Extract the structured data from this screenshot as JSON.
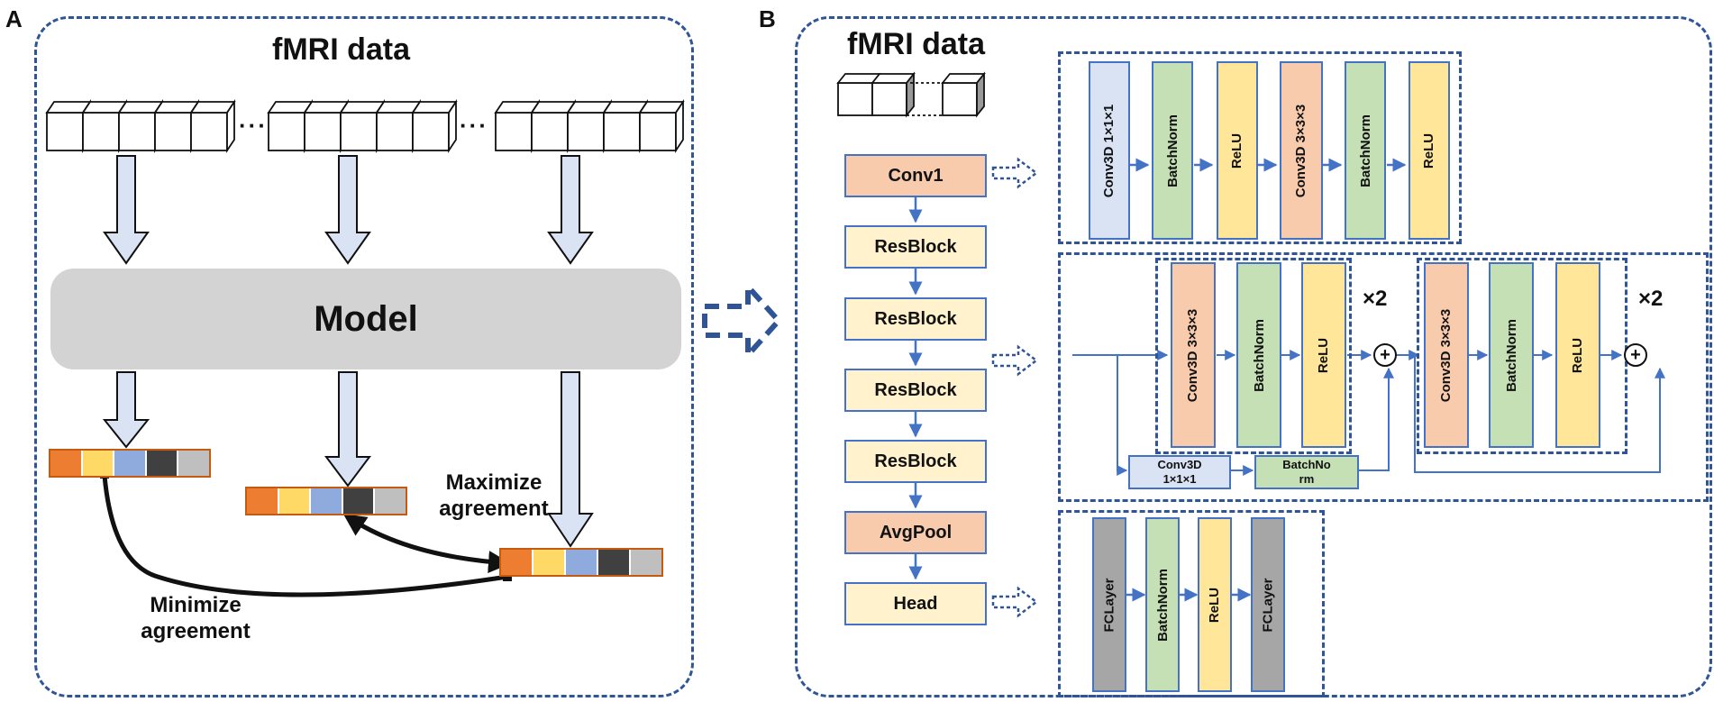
{
  "panels": {
    "a": {
      "letter": "A",
      "title": "fMRI data",
      "ellipsis": "···",
      "model_label": "Model",
      "maximize_label": "Maximize\nagreement",
      "minimize_label": "Minimize\nagreement"
    },
    "b": {
      "letter": "B",
      "title": "fMRI data",
      "stages": [
        "Conv1",
        "ResBlock",
        "ResBlock",
        "ResBlock",
        "ResBlock",
        "AvgPool",
        "Head"
      ],
      "conv1_layers": [
        "Conv3D 1×1×1",
        "BatchNorm",
        "ReLU",
        "Conv3D 3×3×3",
        "BatchNorm",
        "ReLU"
      ],
      "resblock_layers": [
        "Conv3D 3×3×3",
        "BatchNorm",
        "ReLU"
      ],
      "repeat_label": "×2",
      "shortcut_conv": "Conv3D\n1×1×1",
      "shortcut_bn": "BatchNo\nrm",
      "head_layers": [
        "FCLayer",
        "BatchNorm",
        "ReLU",
        "FCLayer"
      ],
      "plus_symbol": "+"
    }
  },
  "colors": {
    "dashed_border": "#2f5597",
    "arrow_blue": "#4472c4",
    "big_arrow_fill": "#dae3f3",
    "model_gray": "#d3d3d3",
    "vector_colors": [
      "#ed7d31",
      "#ffd966",
      "#8faadc",
      "#404040",
      "#bfbfbf"
    ],
    "stage_pink": "#f8cbad",
    "stage_cream": "#fff2cc"
  }
}
